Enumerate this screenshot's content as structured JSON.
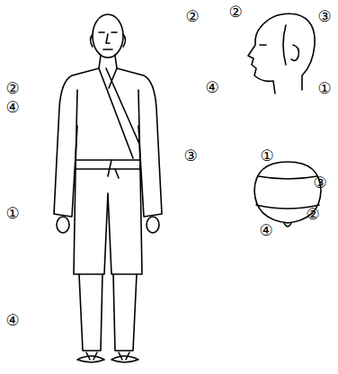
{
  "diagram": {
    "labels": [
      "②",
      "②",
      "④",
      "③",
      "①",
      "④",
      "②",
      "③",
      "④",
      "①",
      "①",
      "③",
      "②",
      "④"
    ]
  }
}
